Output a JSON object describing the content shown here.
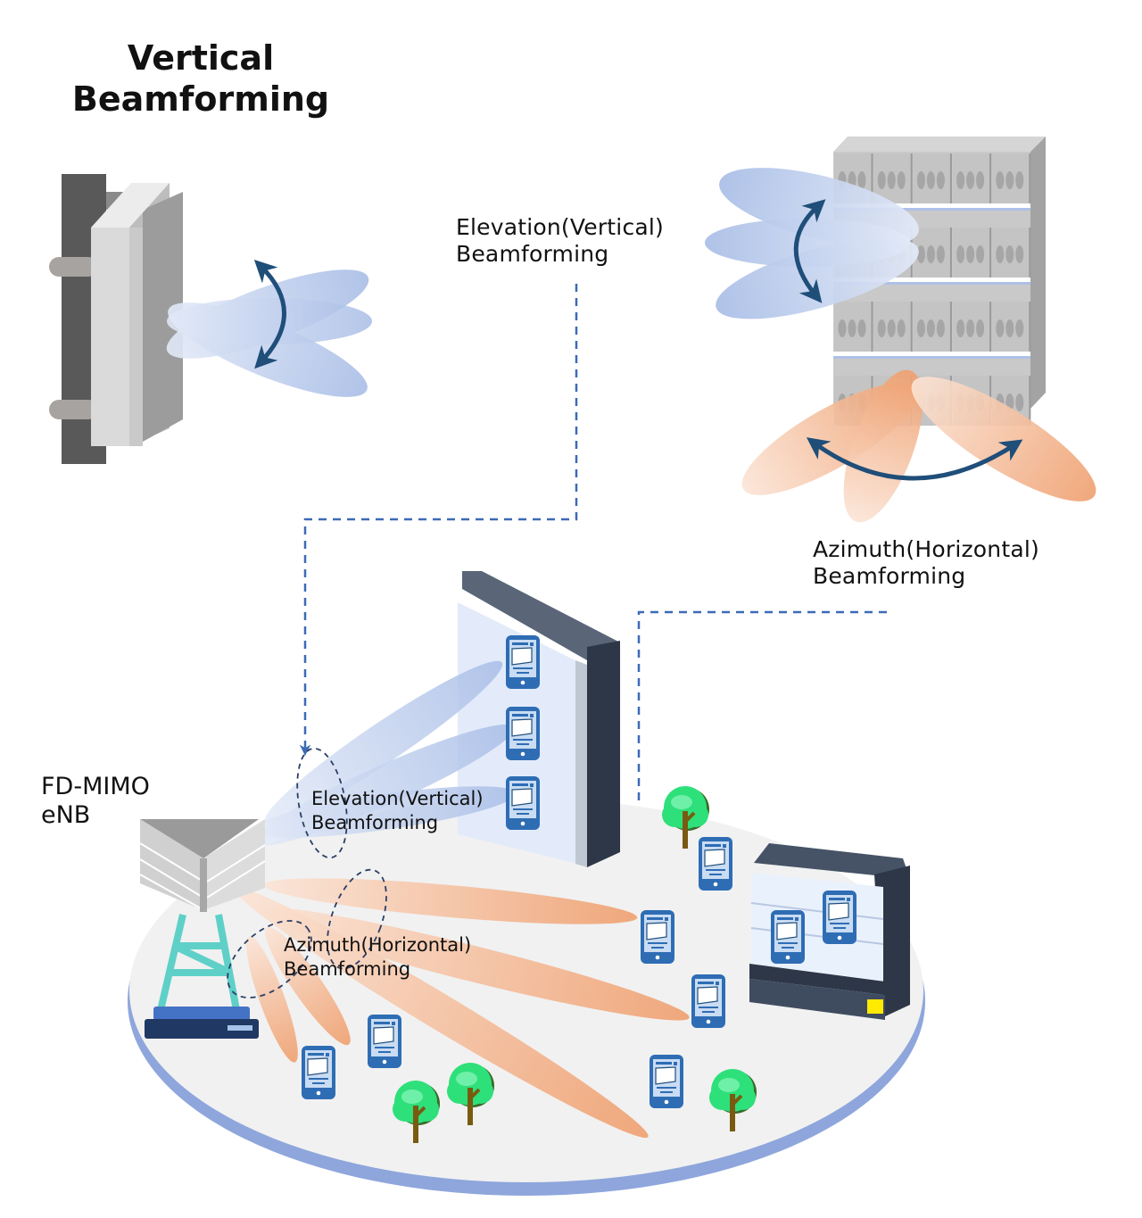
{
  "title": {
    "line1": "Vertical",
    "line2": "Beamforming"
  },
  "labels": {
    "elevation_top": {
      "line1": "Elevation(Vertical)",
      "line2": "Beamforming"
    },
    "azimuth_top": {
      "line1": "Azimuth(Horizontal)",
      "line2": "Beamforming"
    },
    "enb": {
      "line1": "FD-MIMO",
      "line2": "eNB"
    },
    "elevation_scene": {
      "line1": "Elevation(Vertical)",
      "line2": "Beamforming"
    },
    "azimuth_scene": {
      "line1": "Azimuth(Horizontal)",
      "line2": "Beamforming"
    }
  },
  "colors": {
    "beam_blue": "#a9bde6",
    "beam_orange": "#f2a878",
    "arrow_navy": "#1f4e79",
    "dash_blue": "#3c6ab7",
    "ground": "#f1f1f1",
    "ground_rim": "#8ea6dc",
    "panel_gray": "#c8c8c8",
    "building_dark": "#2f3a4a",
    "phone_blue": "#2e6db4",
    "tree_green": "#2ee07a",
    "tower_teal": "#5fd0c8"
  }
}
